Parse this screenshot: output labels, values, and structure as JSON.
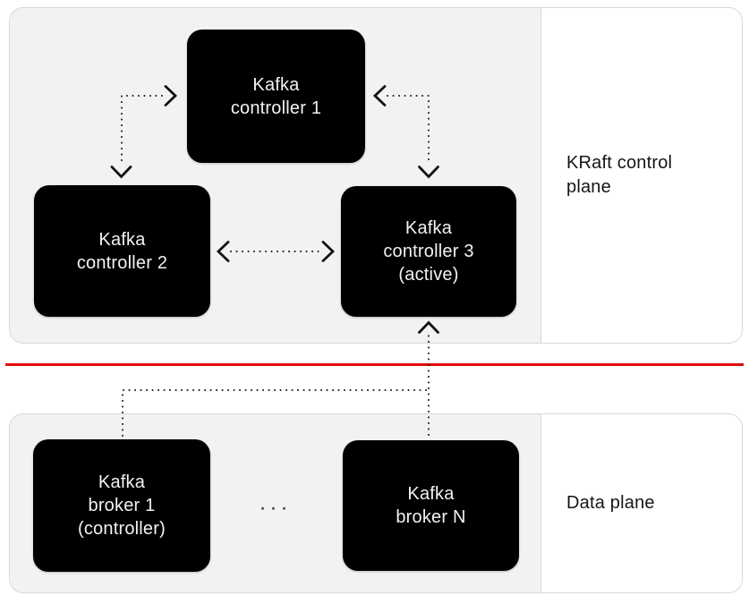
{
  "diagram": {
    "planes": {
      "control": {
        "label": "KRaft control plane"
      },
      "data": {
        "label": "Data plane"
      }
    },
    "nodes": {
      "controller1": {
        "lines": [
          "Kafka",
          "controller 1"
        ]
      },
      "controller2": {
        "lines": [
          "Kafka",
          "controller 2"
        ]
      },
      "controller3": {
        "lines": [
          "Kafka",
          "controller 3",
          "(active)"
        ]
      },
      "broker1": {
        "lines": [
          "Kafka",
          "broker 1",
          "(controller)"
        ]
      },
      "brokerN": {
        "lines": [
          "Kafka",
          "broker N"
        ]
      }
    },
    "ellipsis": "···",
    "colors": {
      "node_bg": "#000000",
      "node_text": "#f2f2f2",
      "divider_red": "#e30b0b",
      "plane_canvas_fill": "#f2f2f2",
      "label_panel_fill": "#ffffff",
      "panel_border": "#d8d8d8",
      "connector": "#1c1c1c",
      "label_text": "#151515"
    }
  }
}
